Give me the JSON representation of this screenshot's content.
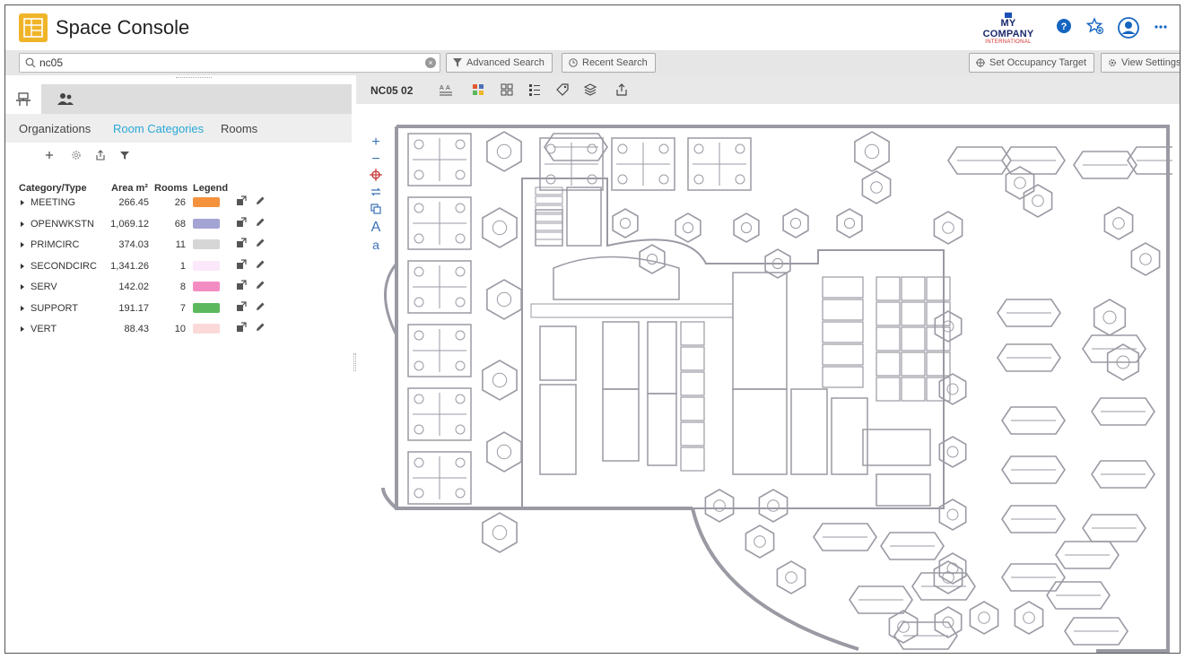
{
  "app": {
    "title": "Space Console",
    "brand_name": "MY COMPANY",
    "brand_sub": "INTERNATIONAL"
  },
  "header_icons": [
    "help-icon",
    "favorites-icon",
    "user-avatar-icon",
    "more-icon"
  ],
  "search": {
    "value": "nc05",
    "advanced_label": "Advanced Search",
    "recent_label": "Recent Search",
    "occupancy_label": "Set Occupancy Target",
    "view_settings_label": "View Settings"
  },
  "left_panel": {
    "tabs": [
      "workspace-icon",
      "people-icon"
    ],
    "subtabs": [
      "Organizations",
      "Room Categories",
      "Rooms"
    ],
    "active_subtab": "Room Categories",
    "toolbar": [
      "add-icon",
      "settings-icon",
      "export-icon",
      "filter-icon"
    ],
    "columns": {
      "category": "Category/Type",
      "area": "Area m²",
      "rooms": "Rooms",
      "legend": "Legend"
    },
    "rows": [
      {
        "name": "MEETING",
        "area": "266.45",
        "rooms": "26",
        "color": "#f5923e"
      },
      {
        "name": "OPENWKSTN",
        "area": "1,069.12",
        "rooms": "68",
        "color": "#a3a3d4"
      },
      {
        "name": "PRIMCIRC",
        "area": "374.03",
        "rooms": "11",
        "color": "#d6d6d6"
      },
      {
        "name": "SECONDCIRC",
        "area": "1,341.26",
        "rooms": "1",
        "color": "#fbe8fb"
      },
      {
        "name": "SERV",
        "area": "142.02",
        "rooms": "8",
        "color": "#f48cc4"
      },
      {
        "name": "SUPPORT",
        "area": "191.17",
        "rooms": "7",
        "color": "#5cb85c"
      },
      {
        "name": "VERT",
        "area": "88.43",
        "rooms": "10",
        "color": "#fbd9d9"
      }
    ]
  },
  "map": {
    "floor_label": "NC05 02",
    "toolbar_icons": [
      "label-toggle-icon",
      "category-colors-icon",
      "grid-icon",
      "legend-list-icon",
      "tag-icon",
      "layers-icon",
      "share-icon"
    ],
    "zoom_controls": {
      "zoom_in": "+",
      "zoom_out": "−",
      "text_large": "A",
      "text_small": "a"
    }
  }
}
